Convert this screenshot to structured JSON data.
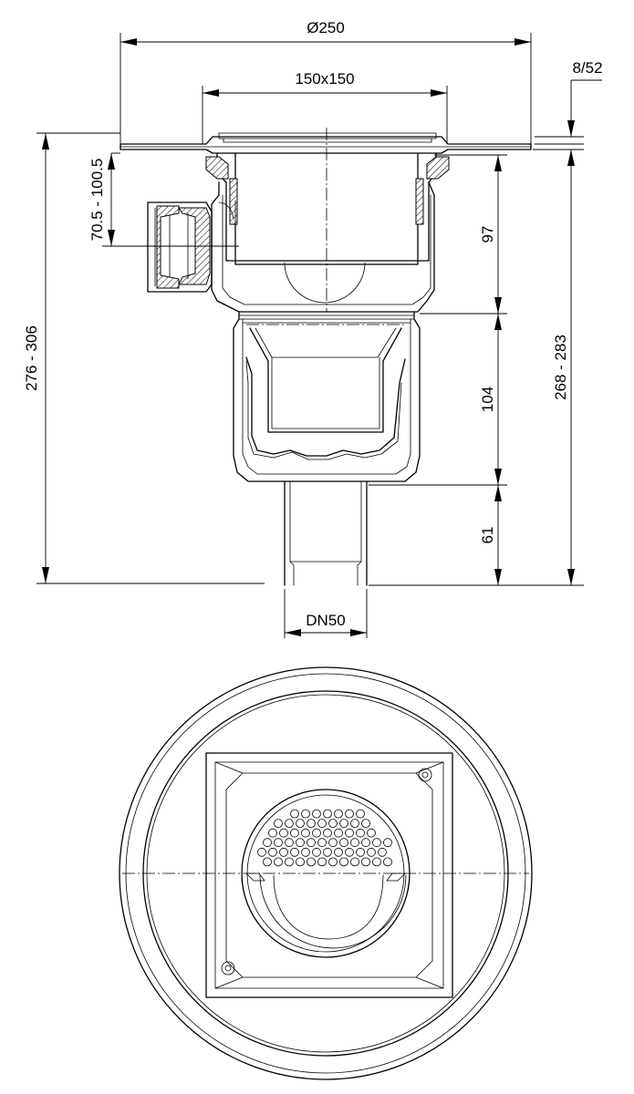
{
  "dimensions": {
    "flange_diameter": "Ø250",
    "grate_size": "150x150",
    "flange_thickness": "8/52",
    "side_outlet_height": "70.5 - 100.5",
    "total_height": "276 - 306",
    "body_upper": "97",
    "body_lower": "104",
    "outlet_length": "61",
    "body_height": "268 - 283",
    "outlet_diameter": "DN50"
  },
  "views": [
    "section-view",
    "plan-view"
  ]
}
